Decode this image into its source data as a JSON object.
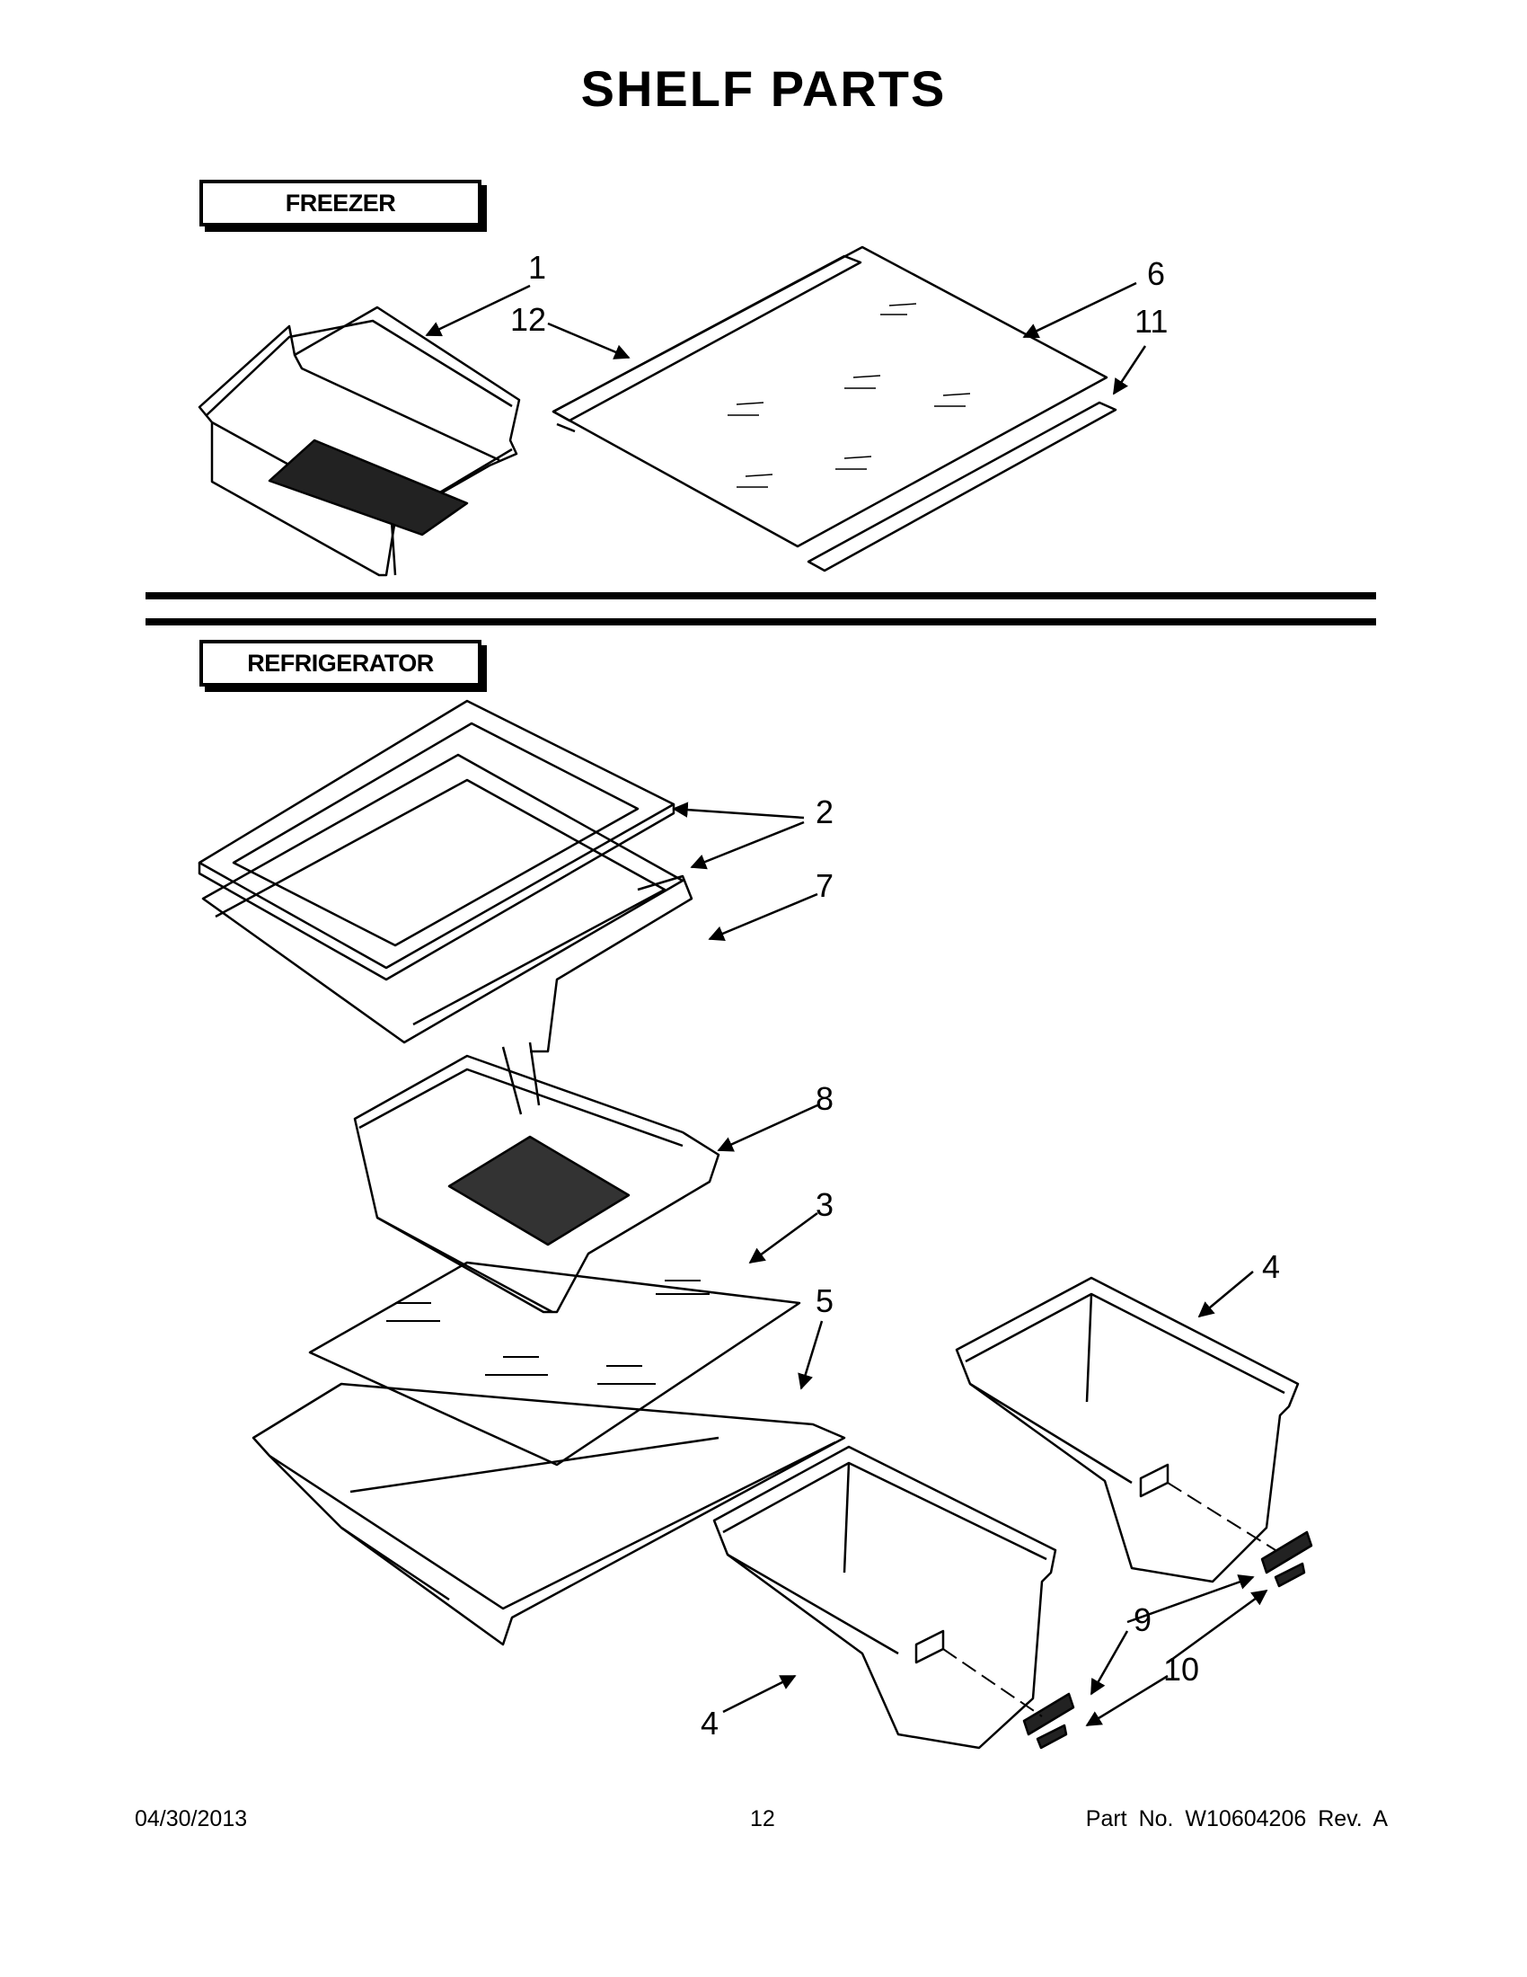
{
  "title": "SHELF PARTS",
  "sections": {
    "freezer": "FREEZER",
    "refrigerator": "REFRIGERATOR"
  },
  "callouts": {
    "c1": "1",
    "c12": "12",
    "c6": "6",
    "c11": "11",
    "c2": "2",
    "c7": "7",
    "c8": "8",
    "c3": "3",
    "c5": "5",
    "c4a": "4",
    "c4b": "4",
    "c9": "9",
    "c10": "10"
  },
  "footer": {
    "date": "04/30/2013",
    "page": "12",
    "part": "Part No.  W10604206  Rev.  A"
  }
}
